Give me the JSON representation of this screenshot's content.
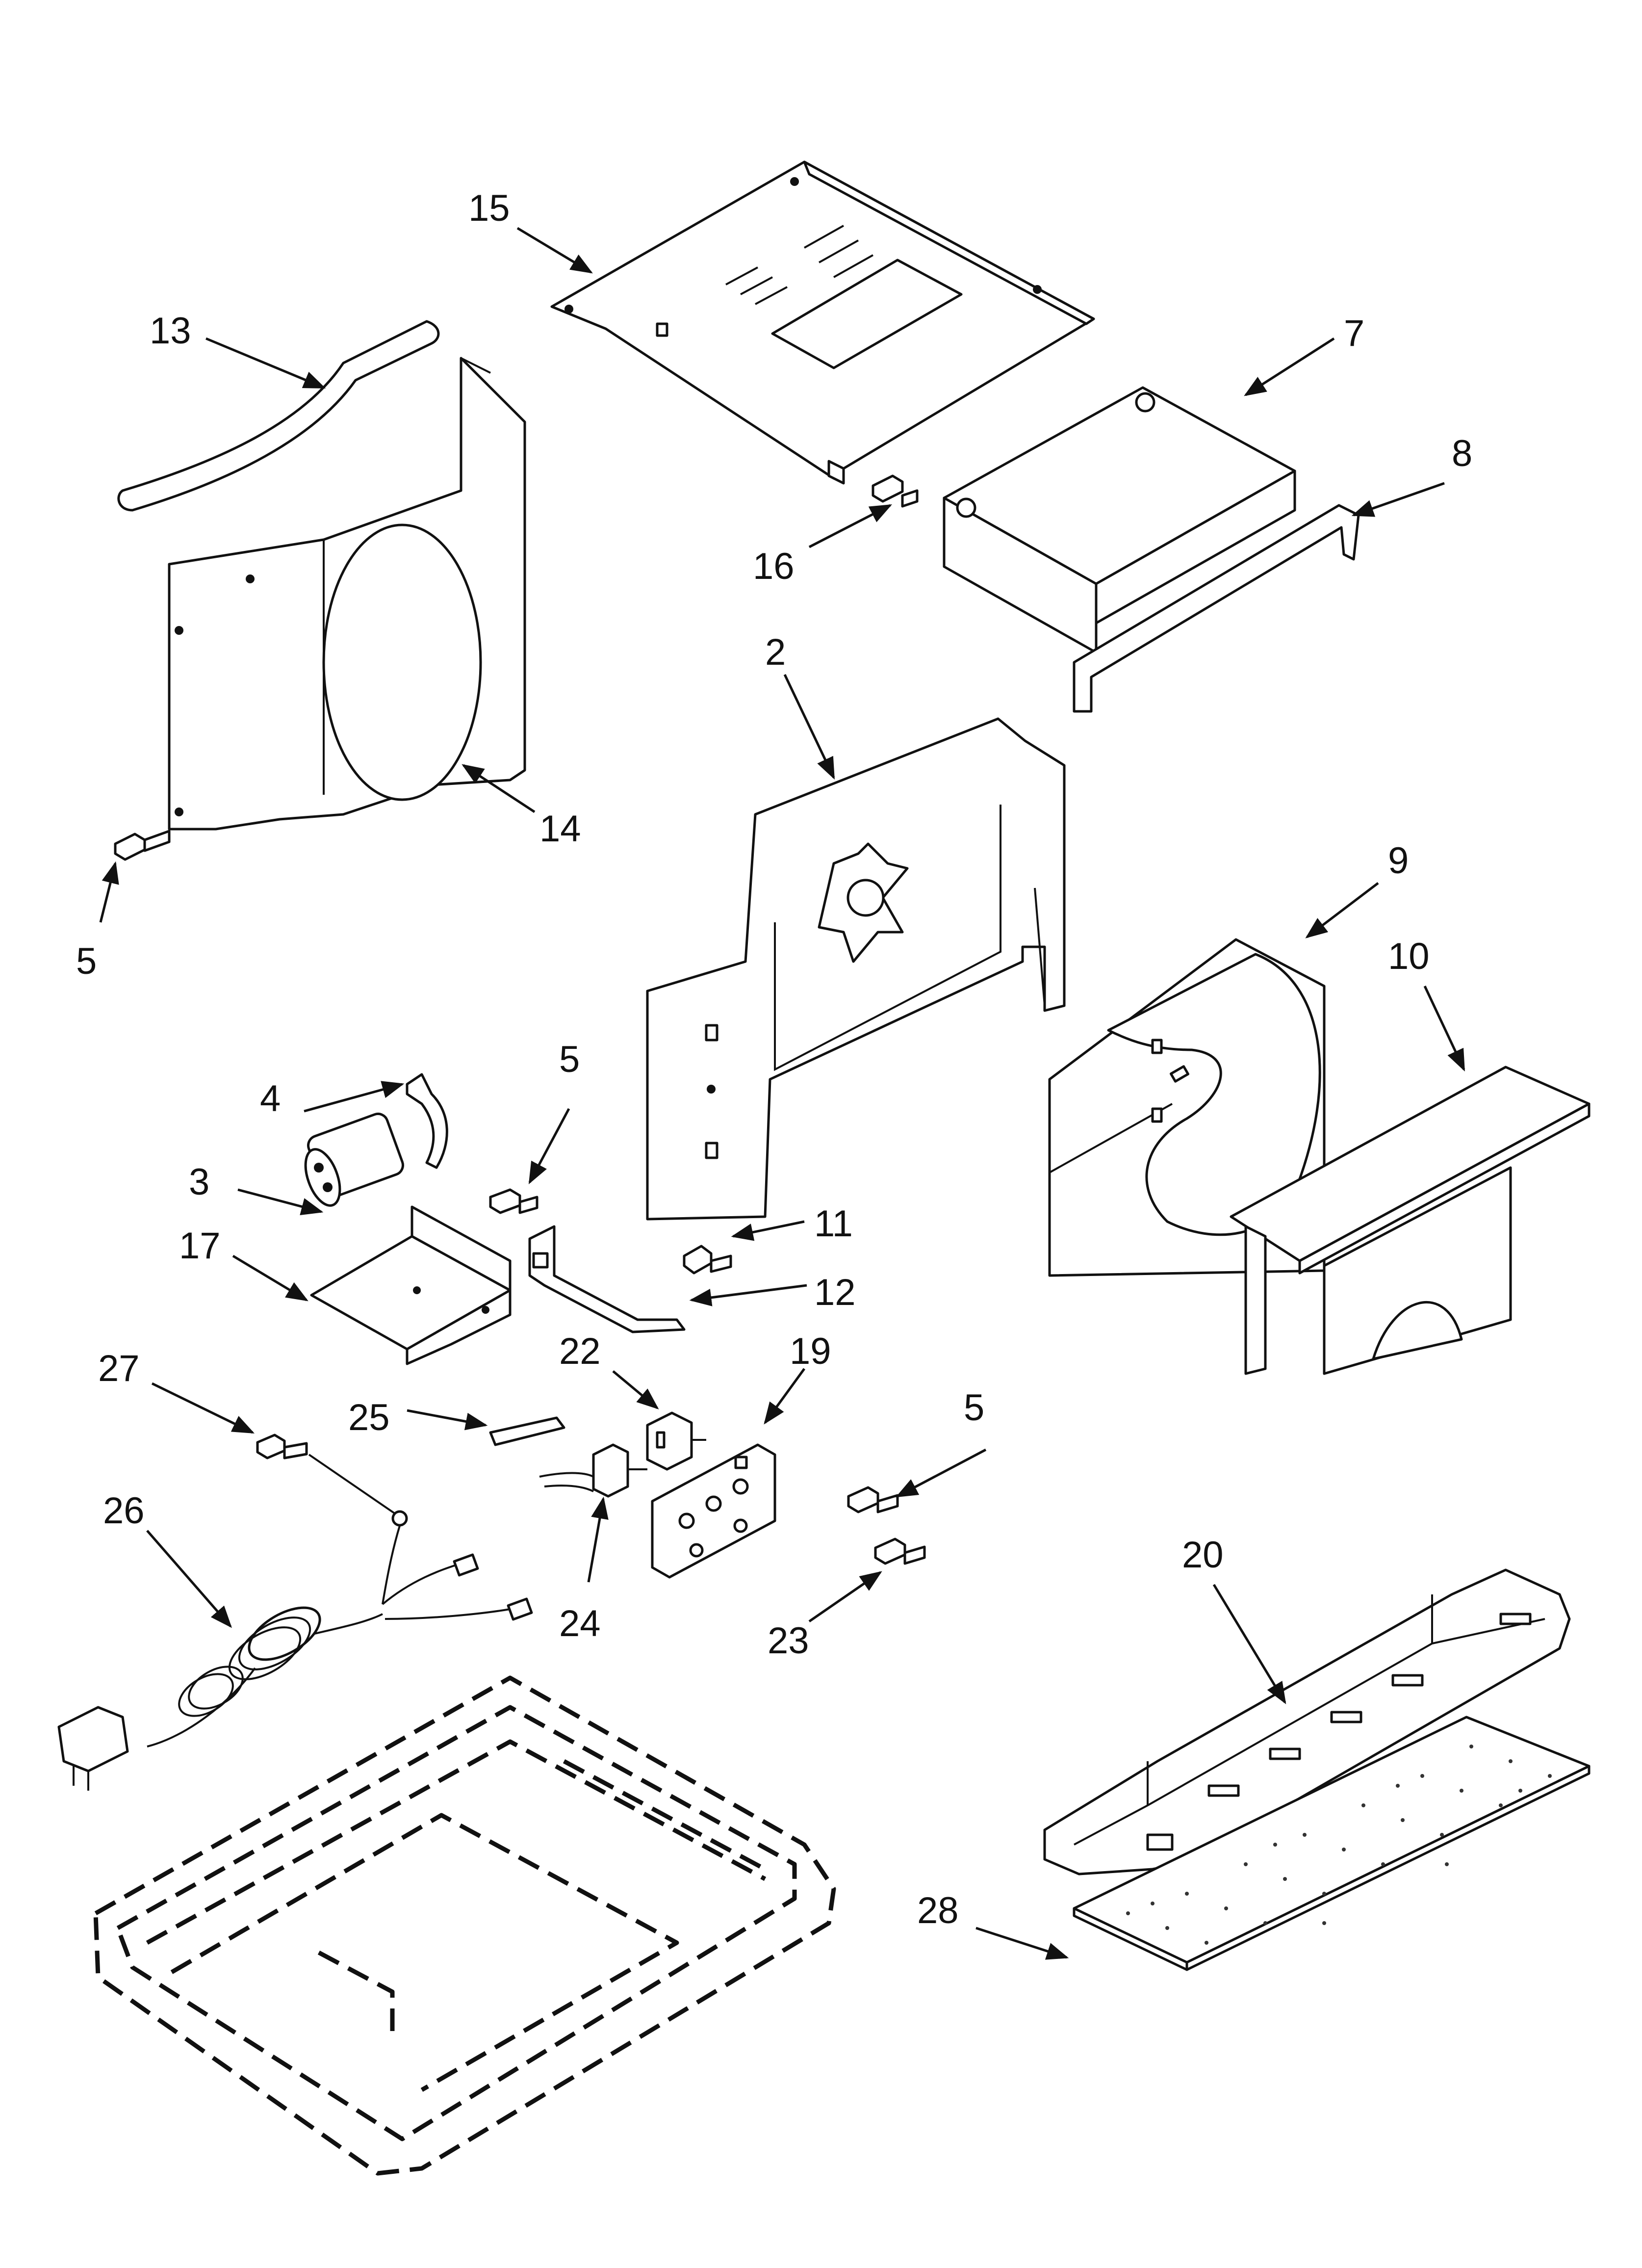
{
  "callouts": {
    "c15": "15",
    "c13": "13",
    "c7": "7",
    "c8": "8",
    "c16": "16",
    "c2": "2",
    "c14": "14",
    "c5a": "5",
    "c9": "9",
    "c10": "10",
    "c4": "4",
    "c5b": "5",
    "c3": "3",
    "c11": "11",
    "c17": "17",
    "c12": "12",
    "c22": "22",
    "c19": "19",
    "c27": "27",
    "c25": "25",
    "c5c": "5",
    "c26": "26",
    "c24": "24",
    "c23": "23",
    "c20": "20",
    "c28": "28"
  },
  "colors": {
    "ink": "#111111",
    "paper": "#ffffff"
  }
}
